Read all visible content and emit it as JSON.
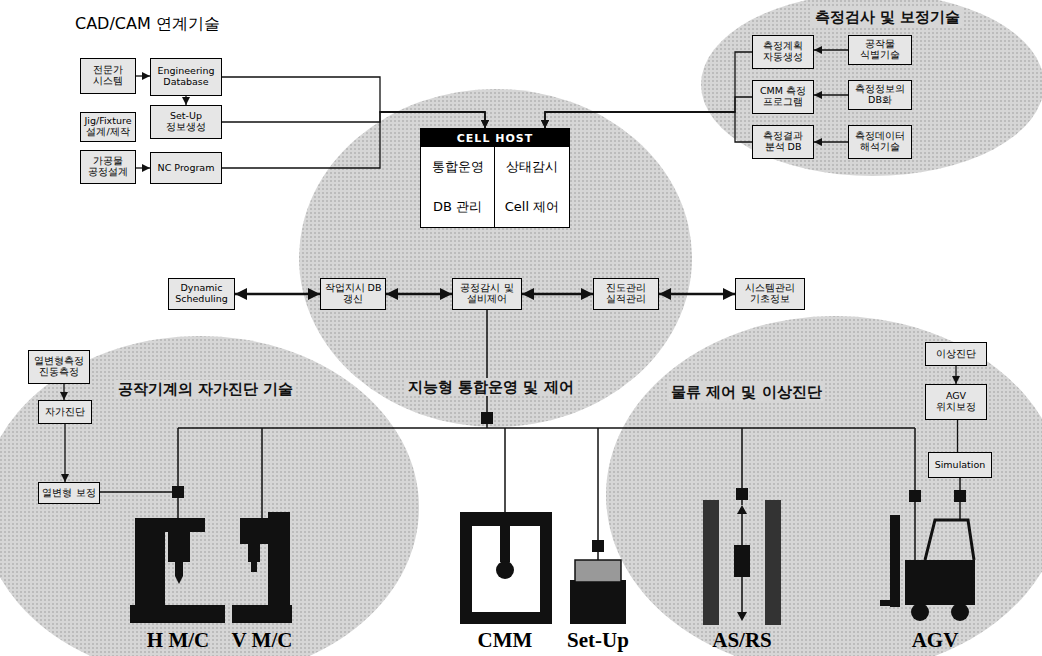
{
  "diagram": {
    "nodes": [
      {
        "text": [
          "전문가 시스템"
        ]
      },
      {
        "text": [
          "Engineering Database"
        ]
      },
      {
        "text": [
          "Jig/Fixture 설계/제작"
        ]
      },
      {
        "text": [
          "Set-Up 정보생성"
        ]
      },
      {
        "text": [
          "가공물 공정설계"
        ]
      },
      {
        "text": [
          "NC Program"
        ]
      },
      {
        "text": [
          "측정검사 및 보정기술"
        ]
      },
      {
        "text": [
          "측정계획 자동생성"
        ],
        "in": 6
      },
      {
        "text": [
          "공작물 식별기술"
        ],
        "in": 6
      },
      {
        "text": [
          "CMM 측정 프로그램"
        ],
        "in": 6
      },
      {
        "text": [
          "측정정보의 DB화"
        ],
        "in": 6
      },
      {
        "text": [
          "측정결과 분석 DB"
        ],
        "in": 6
      },
      {
        "text": [
          "측정데이터 해석기술"
        ],
        "in": 6
      },
      {
        "text": [
          "지능형 통합운영 및 제어"
        ]
      },
      {
        "text": [
          "CELL HOST",
          "통합운영",
          "상태감시",
          "DB 관리",
          "Cell 제어"
        ],
        "in": 13
      },
      {
        "text": [
          "Dynamic Scheduling"
        ]
      },
      {
        "text": [
          "작업지시 DB 갱신"
        ],
        "in": 13
      },
      {
        "text": [
          "공정감시 및 설비제어"
        ],
        "in": 13
      },
      {
        "text": [
          "진도관리 실적관리"
        ],
        "in": 13
      },
      {
        "text": [
          "시스템관리 기초정보"
        ]
      },
      {
        "text": [
          "공작기계의 자가진단 기술"
        ]
      },
      {
        "text": [
          "열변형측정 진동측정"
        ]
      },
      {
        "text": [
          "자가진단"
        ]
      },
      {
        "text": [
          "열변형 보정"
        ],
        "in": 20
      },
      {
        "text": [
          "물류 제어 및 이상진단"
        ]
      },
      {
        "text": [
          "이상진단"
        ],
        "in": 24
      },
      {
        "text": [
          "AGV 위치보정"
        ],
        "in": 24
      },
      {
        "text": [
          "Simulation"
        ],
        "in": 24
      }
    ],
    "edges": [
      {
        "from": 0,
        "to": 1,
        "arrow": "to"
      },
      {
        "from": 1,
        "to": 3,
        "arrow": "to"
      },
      {
        "from": 4,
        "to": 5,
        "arrow": "to"
      },
      {
        "from": 1,
        "to": 14,
        "arrow": "to"
      },
      {
        "from": 3,
        "to": 14,
        "arrow": "to"
      },
      {
        "from": 5,
        "to": 14,
        "arrow": "to"
      },
      {
        "from": 8,
        "to": 7,
        "arrow": "to"
      },
      {
        "from": 10,
        "to": 9,
        "arrow": "to"
      },
      {
        "from": 12,
        "to": 11,
        "arrow": "to"
      },
      {
        "from": 7,
        "to": 14,
        "arrow": "to"
      },
      {
        "from": 9,
        "to": 14,
        "arrow": "to"
      },
      {
        "from": 11,
        "to": 14,
        "arrow": "to"
      },
      {
        "from": 15,
        "to": 16,
        "arrow": "both"
      },
      {
        "from": 16,
        "to": 17,
        "arrow": "both"
      },
      {
        "from": 17,
        "to": 18,
        "arrow": "both"
      },
      {
        "from": 18,
        "to": 19,
        "arrow": "both"
      },
      {
        "from": 21,
        "to": 22,
        "arrow": "to"
      },
      {
        "from": 22,
        "to": 23,
        "arrow": "to"
      },
      {
        "from": 25,
        "to": 26,
        "arrow": "to"
      },
      {
        "from": 26,
        "to": 27,
        "arrow": "none"
      }
    ],
    "labels": [
      "CAD/CAM 연계기술",
      "H M/C",
      "V M/C",
      "CMM",
      "Set-Up",
      "AS/RS",
      "AGV"
    ]
  }
}
